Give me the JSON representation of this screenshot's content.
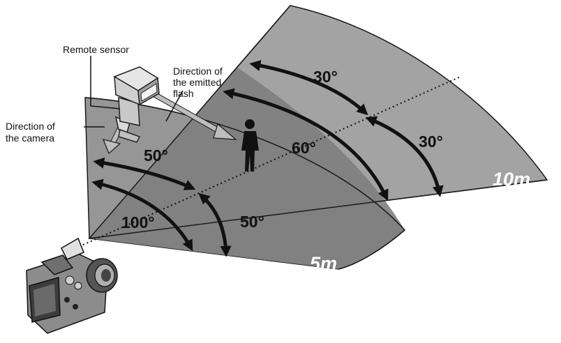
{
  "labels": {
    "remote_sensor": "Remote sensor",
    "flash_direction": [
      "Direction of",
      "the emitted",
      "flash"
    ],
    "camera_direction": [
      "Direction of",
      "the camera"
    ]
  },
  "angles": {
    "flash_vertical": "50°",
    "flash_total": "100°",
    "flash_horizontal": "50°",
    "sensor_upper": "30°",
    "sensor_total": "60°",
    "sensor_lower": "30°"
  },
  "distances": {
    "near": "5m",
    "far": "10m"
  },
  "colors": {
    "far_zone": "#a3a3a3",
    "near_zone": "#949494",
    "overlap_zone": "#7a7a7a",
    "outline": "#1a1a1a",
    "arrow_fill": "#111111",
    "distance_text": "#ffffff"
  }
}
